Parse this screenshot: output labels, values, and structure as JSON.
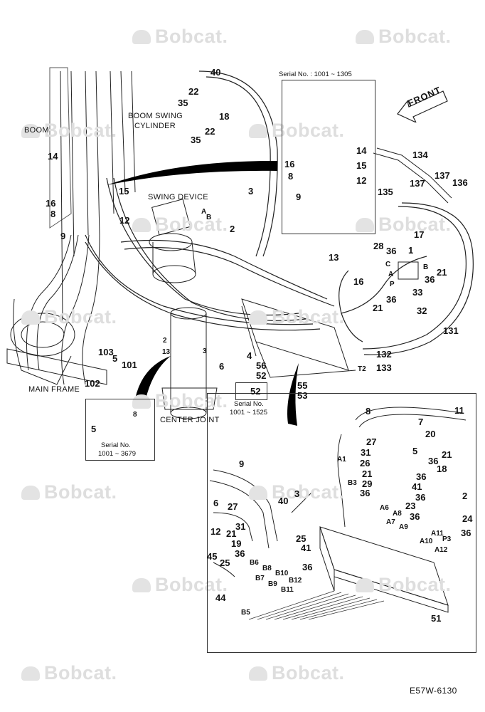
{
  "watermark": "Bobcat.",
  "figure_code": "E57W-6130",
  "front_label": "FRONT",
  "labels": {
    "boom": "BOOM",
    "boom_swing_cylinder": [
      "BOOM SWING",
      "CYLINDER"
    ],
    "swing_device": "SWING DEVICE",
    "main_frame": "MAIN FRAME",
    "center_joint": "CENTER JOINT"
  },
  "serials": {
    "top_inset": "Serial No. : 1001 ~ 1305",
    "left_inset": [
      "Serial No.",
      "1001 ~ 3679"
    ],
    "small_inset": [
      "Serial No.",
      "1001 ~ 1525"
    ]
  },
  "callouts": {
    "main": [
      "40",
      "22",
      "35",
      "18",
      "22",
      "35",
      "14",
      "16",
      "8",
      "9",
      "15",
      "12",
      "3",
      "2",
      "A",
      "B",
      "28",
      "36",
      "1",
      "C",
      "A",
      "B",
      "P",
      "36",
      "21",
      "13",
      "16",
      "33",
      "36",
      "21",
      "32",
      "131",
      "2",
      "13",
      "3",
      "6",
      "103",
      "5",
      "101",
      "102",
      "4",
      "56",
      "52",
      "55",
      "53",
      "132",
      "133",
      "T2",
      "52",
      "134",
      "137",
      "137",
      "136",
      "135",
      "17"
    ],
    "top_inset": [
      "14",
      "15",
      "16",
      "8",
      "12",
      "9"
    ],
    "left_inset": [
      "8",
      "5"
    ],
    "detail": [
      "8",
      "7",
      "11",
      "9",
      "20",
      "21",
      "36",
      "27",
      "5",
      "31",
      "26",
      "A1",
      "21",
      "36",
      "18",
      "29",
      "41",
      "36",
      "B3",
      "2",
      "36",
      "23",
      "A6",
      "A8",
      "36",
      "24",
      "A7",
      "A9",
      "40",
      "3",
      "6",
      "27",
      "31",
      "12",
      "21",
      "25",
      "19",
      "41",
      "36",
      "A11",
      "P3",
      "36",
      "A10",
      "A12",
      "45",
      "25",
      "36",
      "B6",
      "B8",
      "B9",
      "B7",
      "B10",
      "B12",
      "B11",
      "44",
      "B5",
      "51"
    ]
  },
  "colors": {
    "line": "#111111",
    "watermark": "#dedede"
  }
}
